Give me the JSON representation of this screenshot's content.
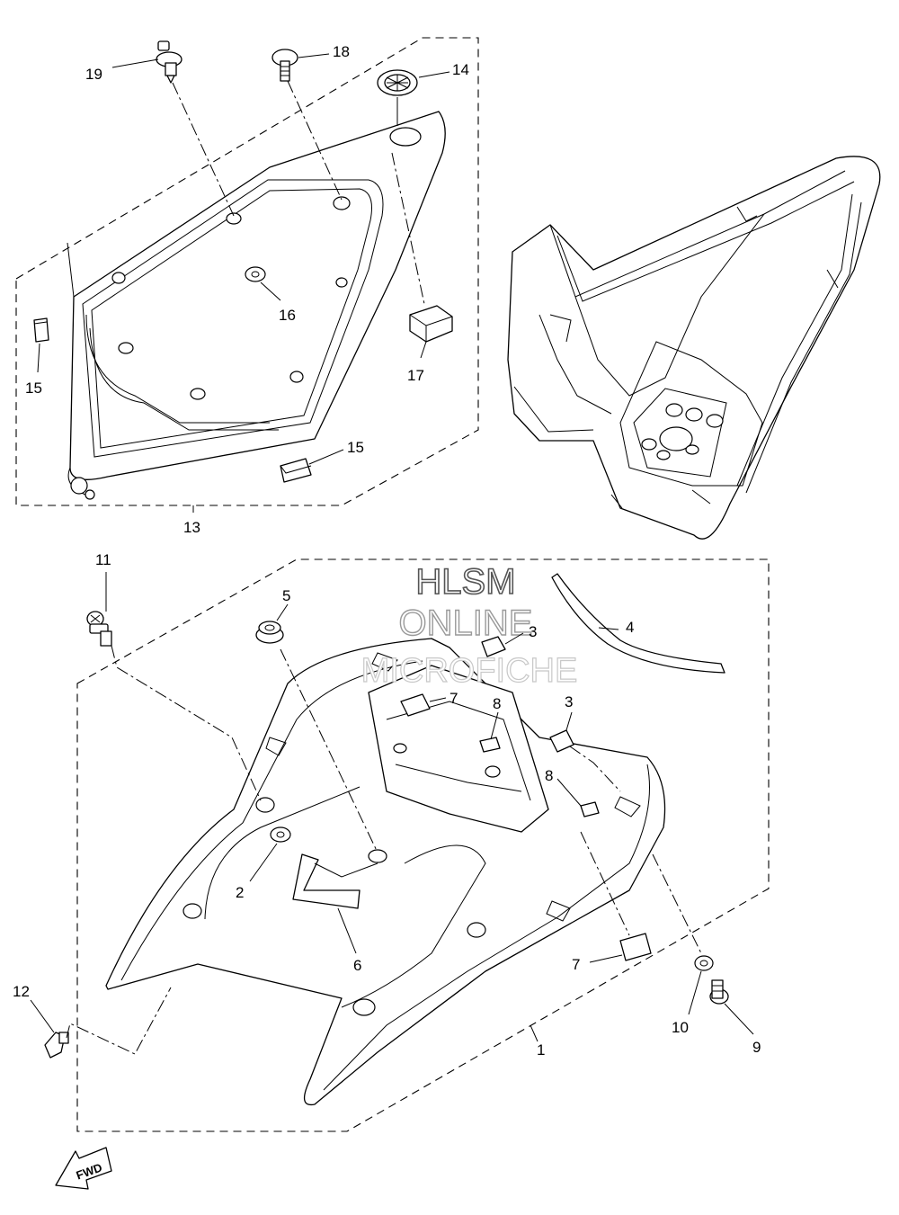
{
  "watermark": {
    "line1": "HLSM",
    "line2": "ONLINE",
    "line3": "MICROFICHE"
  },
  "direction_badge": "FWD",
  "callouts": {
    "c1": "1",
    "c2": "2",
    "c3a": "3",
    "c3b": "3",
    "c4": "4",
    "c5": "5",
    "c6": "6",
    "c7a": "7",
    "c7b": "7",
    "c8a": "8",
    "c8b": "8",
    "c9": "9",
    "c10": "10",
    "c11": "11",
    "c12": "12",
    "c13": "13",
    "c14": "14",
    "c15a": "15",
    "c15b": "15",
    "c16": "16",
    "c17": "17",
    "c18": "18",
    "c19": "19"
  },
  "colors": {
    "line": "#000000",
    "background": "#ffffff"
  }
}
